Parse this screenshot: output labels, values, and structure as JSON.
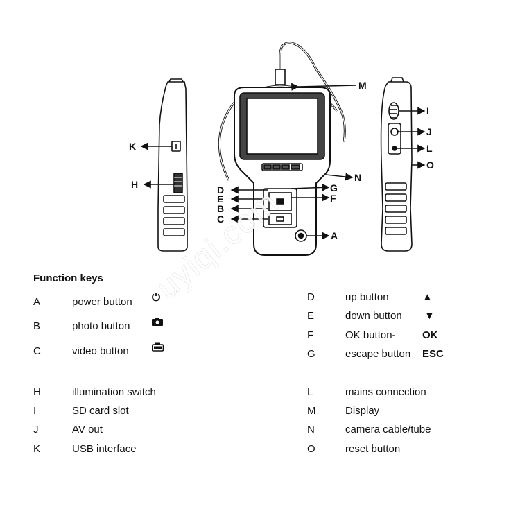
{
  "diagram": {
    "callouts": [
      "M",
      "K",
      "H",
      "D",
      "E",
      "B",
      "C",
      "G",
      "F",
      "N",
      "A",
      "I",
      "J",
      "L",
      "O"
    ]
  },
  "function_keys": {
    "title": "Function keys",
    "left_group": [
      {
        "key": "A",
        "label": "power button",
        "icon": "power-icon"
      },
      {
        "key": "B",
        "label": "photo button",
        "icon": "camera-icon"
      },
      {
        "key": "C",
        "label": "video button",
        "icon": "video-icon"
      }
    ],
    "right_group": [
      {
        "key": "D",
        "label": "up button",
        "symbol": "▲"
      },
      {
        "key": "E",
        "label": "down button",
        "symbol": "▼"
      },
      {
        "key": "F",
        "label": "OK button-",
        "symbol": "OK"
      },
      {
        "key": "G",
        "label": "escape button",
        "symbol": "ESC"
      }
    ],
    "lower_left": [
      {
        "key": "H",
        "label": "illumination switch"
      },
      {
        "key": "I",
        "label": "SD card slot"
      },
      {
        "key": "J",
        "label": "AV out"
      },
      {
        "key": "K",
        "label": "USB interface"
      }
    ],
    "lower_right": [
      {
        "key": "L",
        "label": "mains connection"
      },
      {
        "key": "M",
        "label": "Display"
      },
      {
        "key": "N",
        "label": "camera cable/tube"
      },
      {
        "key": "O",
        "label": "reset button"
      }
    ]
  },
  "watermark": "uyiqi.com"
}
